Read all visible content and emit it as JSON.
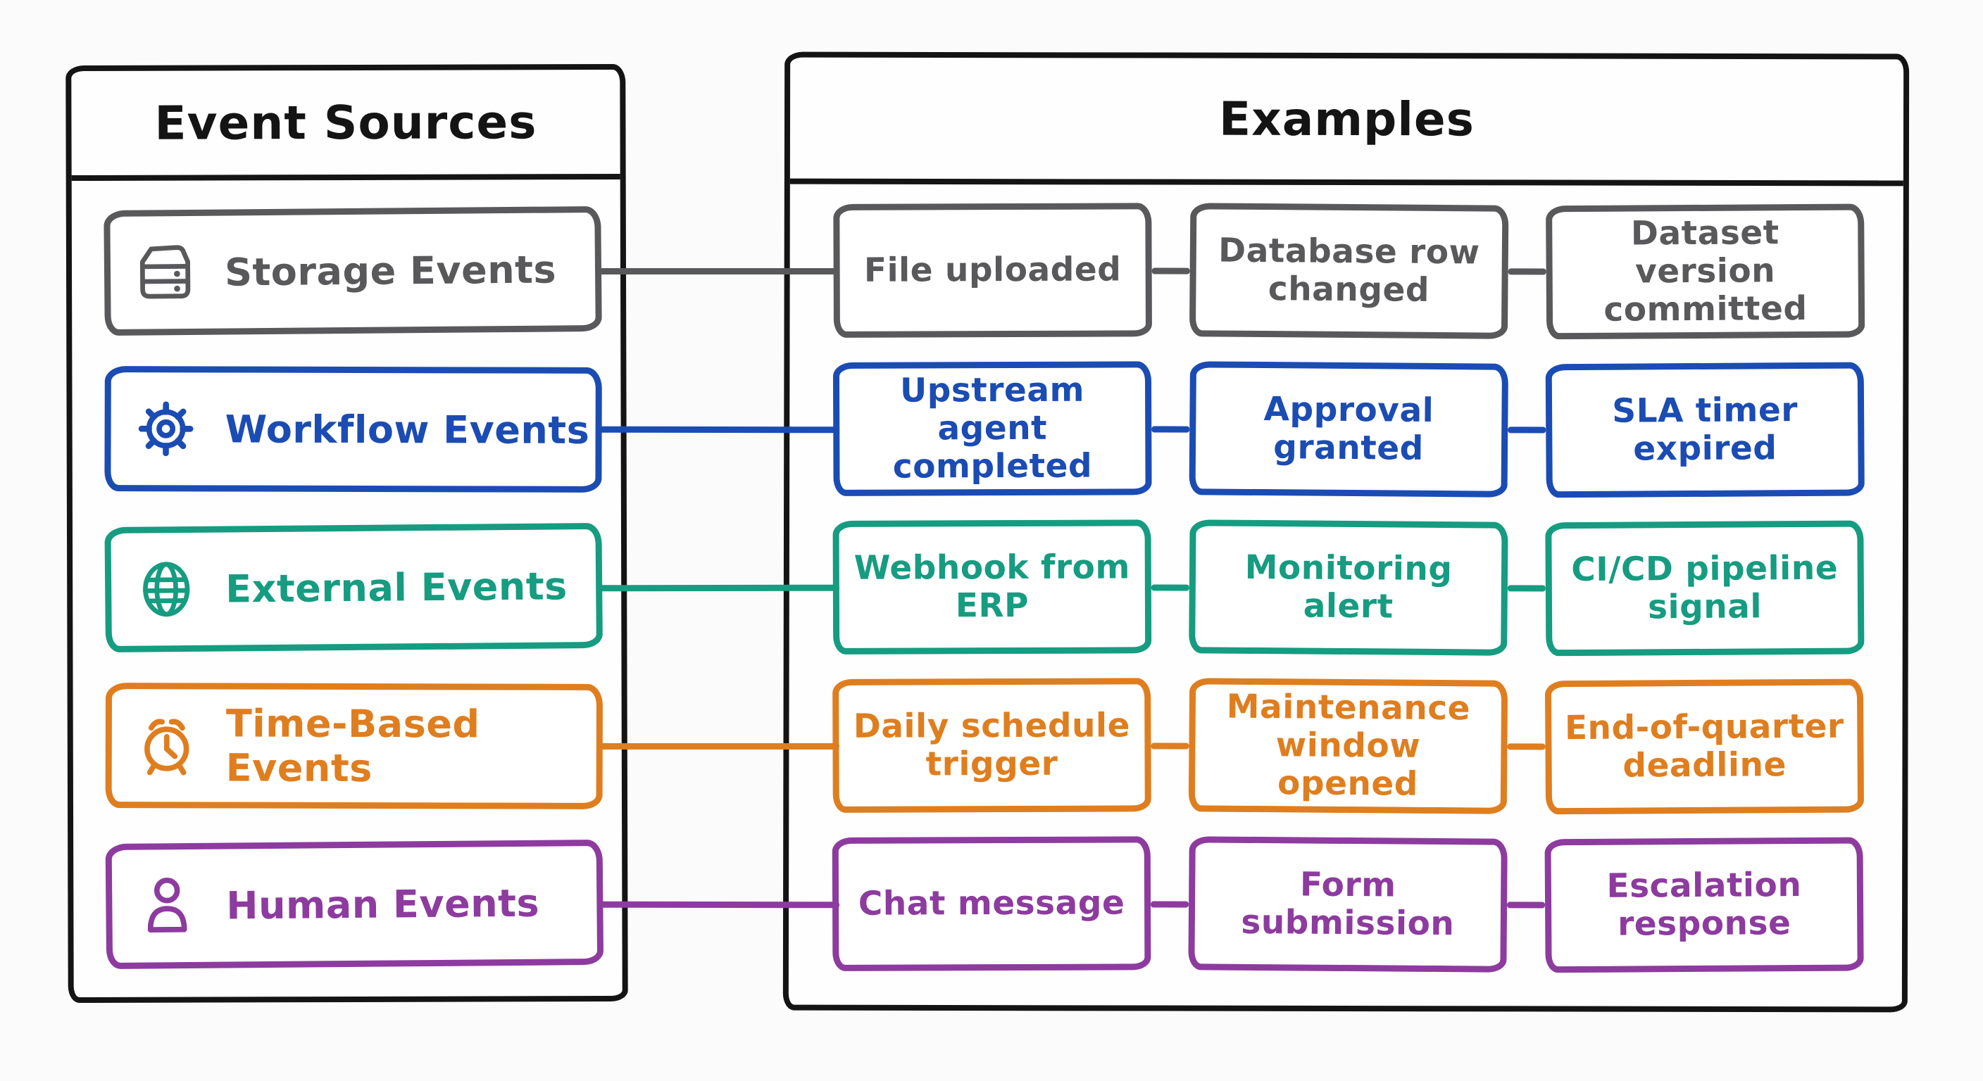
{
  "canvas": {
    "background": "#fbfbfb",
    "panel_border_color": "#141414"
  },
  "left_panel": {
    "title": "Event Sources",
    "rows": [
      {
        "label": "Storage Events",
        "icon": "server-stack-icon",
        "color": "#59595b"
      },
      {
        "label": "Workflow Events",
        "icon": "gear-icon",
        "color": "#1b4cb3"
      },
      {
        "label": "External Events",
        "icon": "globe-icon",
        "color": "#169c80"
      },
      {
        "label": "Time-Based Events",
        "icon": "alarm-clock-icon",
        "color": "#df7e1f"
      },
      {
        "label": "Human Events",
        "icon": "person-icon",
        "color": "#8d3b9f"
      }
    ]
  },
  "right_panel": {
    "title": "Examples",
    "rows": [
      {
        "source": "Storage Events",
        "color": "#59595b",
        "examples": [
          "File uploaded",
          "Database row\nchanged",
          "Dataset version\ncommitted"
        ]
      },
      {
        "source": "Workflow Events",
        "color": "#1b4cb3",
        "examples": [
          "Upstream agent\ncompleted",
          "Approval\ngranted",
          "SLA timer\nexpired"
        ]
      },
      {
        "source": "External Events",
        "color": "#169c80",
        "examples": [
          "Webhook from\nERP",
          "Monitoring\nalert",
          "CI/CD pipeline\nsignal"
        ]
      },
      {
        "source": "Time-Based Events",
        "color": "#df7e1f",
        "examples": [
          "Daily schedule\ntrigger",
          "Maintenance\nwindow opened",
          "End-of-quarter\ndeadline"
        ]
      },
      {
        "source": "Human Events",
        "color": "#8d3b9f",
        "examples": [
          "Chat message",
          "Form submission",
          "Escalation\nresponse"
        ]
      }
    ]
  }
}
